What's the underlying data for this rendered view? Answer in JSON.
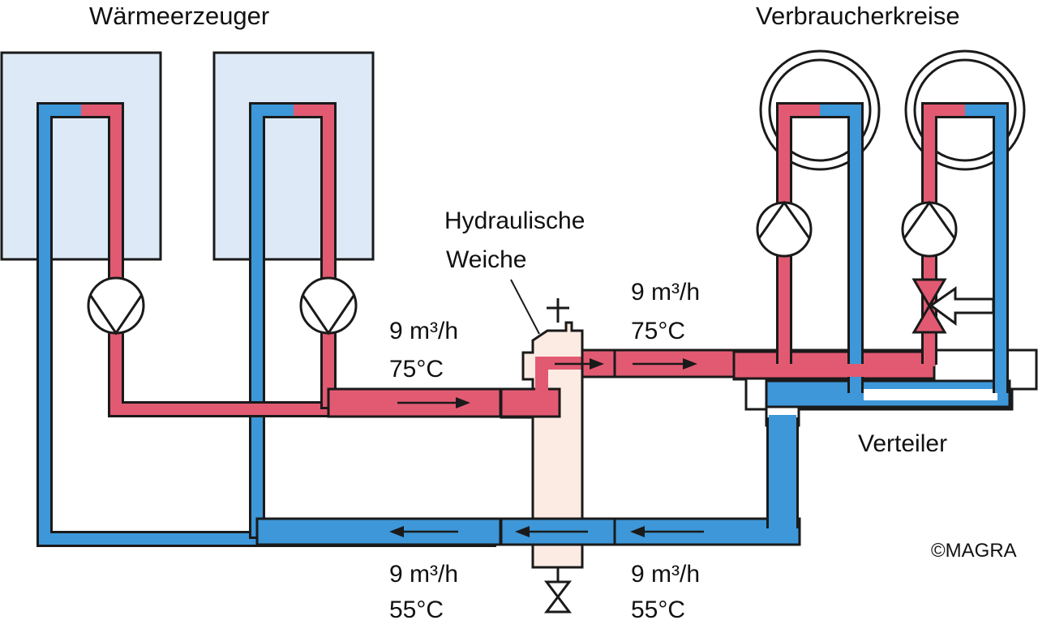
{
  "labels": {
    "generators_title": "Wärmeerzeuger",
    "consumers_title": "Verbraucherkreise",
    "separator_line1": "Hydraulische",
    "separator_line2": "Weiche",
    "distributor": "Verteiler",
    "copyright": "©MAGRA"
  },
  "flows": {
    "supply_in": {
      "rate": "9 m³/h",
      "temp": "75°C"
    },
    "supply_out": {
      "rate": "9 m³/h",
      "temp": "75°C"
    },
    "return_in": {
      "rate": "9 m³/h",
      "temp": "55°C"
    },
    "return_out": {
      "rate": "9 m³/h",
      "temp": "55°C"
    }
  },
  "colors": {
    "supply": "#e25a72",
    "return": "#3d97d8",
    "boiler_fill": "#dde9f6",
    "separator_fill": "#fbebe3",
    "outline": "#1a1a1a"
  }
}
